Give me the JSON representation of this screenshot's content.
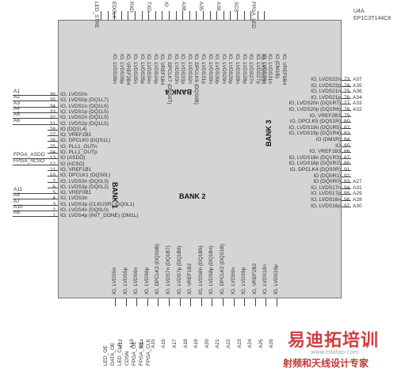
{
  "component": {
    "ref": "U4A",
    "part": "EP1C3T144C8"
  },
  "banks": [
    "BANK 1",
    "BANK 2",
    "BANK 3",
    "BANK 4"
  ],
  "left_pins": [
    {
      "net": "A1",
      "pin": "36",
      "label": "IO, LVDS0n"
    },
    {
      "net": "A2",
      "pin": "35",
      "label": "IO, LVDS0p (DQ1L7)"
    },
    {
      "net": "A3",
      "pin": "34",
      "label": "IO, LVDS1n (DQ1L6)"
    },
    {
      "net": "A4",
      "pin": "33",
      "label": "IO, LVDS1p (DQ1L5)"
    },
    {
      "net": "A5",
      "pin": "32",
      "label": "IO, LVDS2n (DQ1L5)"
    },
    {
      "net": "A6",
      "pin": "31",
      "label": "IO, LVDS2p (DQ1L5)"
    },
    {
      "net": "",
      "pin": "28",
      "label": "IO (DQ1L4)"
    },
    {
      "net": "",
      "pin": "27",
      "label": "IO, VREF2B1"
    },
    {
      "net": "",
      "pin": "26",
      "label": "IO, DPCLK0 (DQS1L)"
    },
    {
      "net": "",
      "pin": "25",
      "label": "IO, PLL1_OUTn"
    },
    {
      "net": "",
      "pin": "24",
      "label": "IO, PLL1_OUTp"
    },
    {
      "net": "FPGA_ASDO",
      "pin": "13",
      "label": "IO (ASDO)"
    },
    {
      "net": "FPGA_nCSO",
      "pin": "12",
      "label": "IO (nCSO)"
    },
    {
      "net": "",
      "pin": "11",
      "label": "IO, VREF1B1"
    },
    {
      "net": "",
      "pin": "10",
      "label": "IO, DPCLK1 (DQS0L)"
    },
    {
      "net": "",
      "pin": "7",
      "label": "IO, LVDS3n (DQ0L3)"
    },
    {
      "net": "",
      "pin": "6",
      "label": "IO, LVDS3p (DQ0L2)"
    },
    {
      "net": "A11",
      "pin": "5",
      "label": "IO, VREF0B1"
    },
    {
      "net": "A9",
      "pin": "4",
      "label": "IO, LVDS3n"
    },
    {
      "net": "A7",
      "pin": "3",
      "label": "IO, LVDS3p (CLKUSR) (DQ0L1)"
    },
    {
      "net": "A10",
      "pin": "2",
      "label": "IO, LVDS4n (DQ0L0)"
    },
    {
      "net": "A8",
      "pin": "1",
      "label": "IO, LVDS4p (INIT_DONE) (DM1L)"
    }
  ],
  "right_pins": [
    {
      "label": "IO, LVDS22n",
      "pin": "73",
      "net": "A37"
    },
    {
      "label": "IO, LVDS22p",
      "pin": "74",
      "net": "A35"
    },
    {
      "label": "IO, LVDS21n",
      "pin": "75",
      "net": "A36"
    },
    {
      "label": "IO, LVDS21p",
      "pin": "76",
      "net": "A34"
    },
    {
      "label": "IO, LVDS20n (DQ1R7)",
      "pin": "77",
      "net": "A33"
    },
    {
      "label": "IO, LVDS20p (DQ1R6)",
      "pin": "78",
      "net": "A32"
    },
    {
      "label": "IO, VREF2B3",
      "pin": "79",
      "net": ""
    },
    {
      "label": "IO, DPCLK5 (DQS1R)",
      "pin": "80",
      "net": ""
    },
    {
      "label": "IO, LVDS19n (DQ1R5)",
      "pin": "82",
      "net": ""
    },
    {
      "label": "IO, LVDS19p (DQ1R4)",
      "pin": "83",
      "net": ""
    },
    {
      "label": "IO (DM1R)",
      "pin": "84",
      "net": ""
    },
    {
      "label": "IO",
      "pin": "85",
      "net": ""
    },
    {
      "label": "IO, VREF1B3",
      "pin": "86",
      "net": ""
    },
    {
      "label": "IO, LVDS18n (DQ1R3)",
      "pin": "87",
      "net": ""
    },
    {
      "label": "IO, LVDS18p (DQ1R2)",
      "pin": "88",
      "net": ""
    },
    {
      "label": "IO, DPCLK4 (DQS0R)",
      "pin": "91",
      "net": ""
    },
    {
      "label": "IO (DQ0R1)",
      "pin": "92",
      "net": ""
    },
    {
      "label": "IO (DQ0R0)",
      "pin": "93",
      "net": "A27"
    },
    {
      "label": "IO, LVDS17n",
      "pin": "94",
      "net": "A31"
    },
    {
      "label": "IO, LVDS17p",
      "pin": "95",
      "net": "A29"
    },
    {
      "label": "IO, LVDS16n",
      "pin": "96",
      "net": "A28"
    },
    {
      "label": "IO, LVDS16p",
      "pin": "97",
      "net": "A30"
    }
  ],
  "top_pins": [
    {
      "net": "TXD",
      "label": ""
    },
    {
      "net": "RXD",
      "label": ""
    },
    {
      "net": "",
      "label": "IO, LVDS36n"
    },
    {
      "net": "",
      "label": "IO, LVDS36p"
    },
    {
      "net": "",
      "label": "IO, VREF2B4"
    },
    {
      "net": "",
      "label": "IO, LVDS35n"
    },
    {
      "net": "",
      "label": "IO, LVDS35p"
    },
    {
      "net": "",
      "label": "IO, LVDS34n"
    },
    {
      "net": "",
      "label": "IO, LVDS34p"
    },
    {
      "net": "",
      "label": "IO, VREF1B4"
    },
    {
      "net": "",
      "label": "IO, DPCLK7 (DQS0T)"
    },
    {
      "net": "",
      "label": "IO, LVDS33n"
    },
    {
      "net": "",
      "label": "IO, LVDS33p"
    },
    {
      "net": "",
      "label": "IO, LVDS32n"
    },
    {
      "net": "",
      "label": "IO, DPCLK6 (DQS0B)"
    },
    {
      "net": "",
      "label": "IO, LVDS31p"
    },
    {
      "net": "",
      "label": "IO, LVDS30n"
    },
    {
      "net": "",
      "label": "IO, LVDS30p"
    },
    {
      "net": "",
      "label": "IO, LVDS29n"
    },
    {
      "net": "",
      "label": "IO, LVDS29p"
    },
    {
      "net": "",
      "label": "IO, LVDS28n"
    },
    {
      "net": "",
      "label": "IO, LVDS28p"
    },
    {
      "net": "",
      "label": "IO, LVDS27n"
    },
    {
      "net": "",
      "label": "IO, LVDS27p"
    },
    {
      "net": "",
      "label": "IO, LVDS26n"
    }
  ],
  "top_texts": {
    "ctrl": [
      "LED_STRE",
      "EDCLK",
      "RXD",
      "TXD",
      "IO",
      "A38",
      "A35",
      "A36",
      "SCS",
      "FPGA_LED"
    ],
    "extra": [
      "IO, LVDS33n",
      "IO, LVDS31n",
      "IO (DM1B)",
      "IO, VREF0B4"
    ]
  },
  "bottom_pins": [
    {
      "net": "A12",
      "label": "IO, LVDS5n"
    },
    {
      "net": "A13",
      "label": "IO, LVDS5p"
    },
    {
      "net": "A14",
      "label": "IO, LVDS6n"
    },
    {
      "net": "A15",
      "label": "IO, LVDS6p"
    },
    {
      "net": "A16",
      "label": "IO, DPCLK3 (DQS0B)"
    },
    {
      "net": "A17",
      "label": "IO, LVDS7n (DQ1B7)"
    },
    {
      "net": "A18",
      "label": "IO, LVDS7p (DQ1B6)"
    },
    {
      "net": "A19",
      "label": "IO, VREF1B2"
    },
    {
      "net": "A20",
      "label": "IO, LVDS8n (DQ1B5)"
    },
    {
      "net": "A21",
      "label": "IO, LVDS8p (DQ1B4)"
    },
    {
      "net": "A22",
      "label": "IO, DPCLK2 (DQS1B)"
    },
    {
      "net": "A23",
      "label": "IO, LVDS9n"
    },
    {
      "net": "A24",
      "label": "IO, LVDS9p"
    },
    {
      "net": "A25",
      "label": "IO, VREF2B2"
    },
    {
      "net": "A26",
      "label": "IO, LVDS10n"
    },
    {
      "net": "",
      "label": "IO, LVDS10p"
    }
  ],
  "bottom_ctrl": [
    "LED_OE",
    "DATA_OE",
    "LED_CLR",
    "CDSN",
    "FPGA_OE",
    "FPGA_RE",
    "FPGA_CLK"
  ],
  "watermark": {
    "main": "易迪拓培训",
    "sub": "射频和天线设计专家",
    "url": "www.edatop.com"
  }
}
